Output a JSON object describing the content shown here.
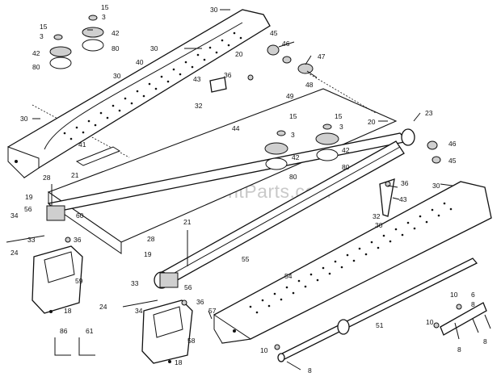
{
  "watermark": "eReplacementParts.com",
  "callouts": [
    {
      "id": "c30a",
      "text": "30"
    },
    {
      "id": "c15a",
      "text": "15"
    },
    {
      "id": "c3a",
      "text": "3"
    },
    {
      "id": "c15b",
      "text": "15"
    },
    {
      "id": "c3b",
      "text": "3"
    },
    {
      "id": "c42a",
      "text": "42"
    },
    {
      "id": "c42b",
      "text": "42"
    },
    {
      "id": "c80a",
      "text": "80"
    },
    {
      "id": "c80b",
      "text": "80"
    },
    {
      "id": "c40",
      "text": "40"
    },
    {
      "id": "c30b",
      "text": "30"
    },
    {
      "id": "c30c",
      "text": "30"
    },
    {
      "id": "c45a",
      "text": "45"
    },
    {
      "id": "c46a",
      "text": "46"
    },
    {
      "id": "c20a",
      "text": "20"
    },
    {
      "id": "c47",
      "text": "47"
    },
    {
      "id": "c48",
      "text": "48"
    },
    {
      "id": "c43a",
      "text": "43"
    },
    {
      "id": "c36a",
      "text": "36"
    },
    {
      "id": "c32a",
      "text": "32"
    },
    {
      "id": "c49",
      "text": "49"
    },
    {
      "id": "c15c",
      "text": "15"
    },
    {
      "id": "c3c",
      "text": "3"
    },
    {
      "id": "c15d",
      "text": "15"
    },
    {
      "id": "c3d",
      "text": "3"
    },
    {
      "id": "c23",
      "text": "23"
    },
    {
      "id": "c20b",
      "text": "20"
    },
    {
      "id": "c30d",
      "text": "30"
    },
    {
      "id": "c44",
      "text": "44"
    },
    {
      "id": "c41",
      "text": "41"
    },
    {
      "id": "c42c",
      "text": "42"
    },
    {
      "id": "c42d",
      "text": "42"
    },
    {
      "id": "c80c",
      "text": "80"
    },
    {
      "id": "c80d",
      "text": "80"
    },
    {
      "id": "c46b",
      "text": "46"
    },
    {
      "id": "c45b",
      "text": "45"
    },
    {
      "id": "c28a",
      "text": "28"
    },
    {
      "id": "c21a",
      "text": "21"
    },
    {
      "id": "c19a",
      "text": "19"
    },
    {
      "id": "c56a",
      "text": "56"
    },
    {
      "id": "c60",
      "text": "60"
    },
    {
      "id": "c34a",
      "text": "34"
    },
    {
      "id": "c33a",
      "text": "33"
    },
    {
      "id": "c24a",
      "text": "24"
    },
    {
      "id": "c36b",
      "text": "36"
    },
    {
      "id": "c59",
      "text": "59"
    },
    {
      "id": "c18a",
      "text": "18"
    },
    {
      "id": "c36c",
      "text": "36"
    },
    {
      "id": "c43b",
      "text": "43"
    },
    {
      "id": "c30e",
      "text": "30"
    },
    {
      "id": "c32b",
      "text": "32"
    },
    {
      "id": "c30f",
      "text": "30"
    },
    {
      "id": "c21b",
      "text": "21"
    },
    {
      "id": "c28b",
      "text": "28"
    },
    {
      "id": "c19b",
      "text": "19"
    },
    {
      "id": "c55",
      "text": "55"
    },
    {
      "id": "c54",
      "text": "54"
    },
    {
      "id": "c33b",
      "text": "33"
    },
    {
      "id": "c56b",
      "text": "56"
    },
    {
      "id": "c24b",
      "text": "24"
    },
    {
      "id": "c34b",
      "text": "34"
    },
    {
      "id": "c36d",
      "text": "36"
    },
    {
      "id": "c57",
      "text": "57"
    },
    {
      "id": "c58",
      "text": "58"
    },
    {
      "id": "c18b",
      "text": "18"
    },
    {
      "id": "c86",
      "text": "86"
    },
    {
      "id": "c61",
      "text": "61"
    },
    {
      "id": "c51",
      "text": "51"
    },
    {
      "id": "c10a",
      "text": "10"
    },
    {
      "id": "c6",
      "text": "6"
    },
    {
      "id": "c8a",
      "text": "8"
    },
    {
      "id": "c10b",
      "text": "10"
    },
    {
      "id": "c8b",
      "text": "8"
    },
    {
      "id": "c8c",
      "text": "8"
    },
    {
      "id": "c10c",
      "text": "10"
    },
    {
      "id": "c8d",
      "text": "8"
    }
  ]
}
